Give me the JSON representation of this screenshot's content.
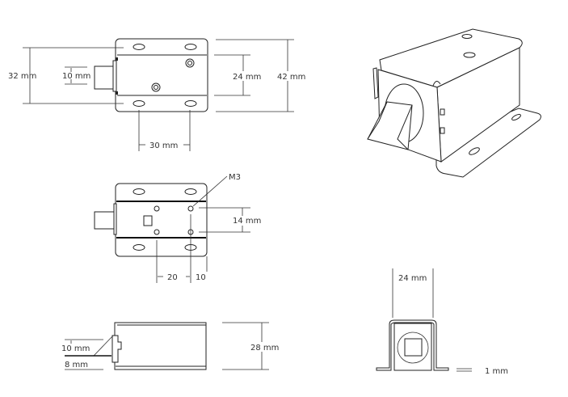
{
  "top_view": {
    "dim_height_outer_bracket": "32 mm",
    "dim_plunger": "10 mm",
    "dim_body": "24 mm",
    "dim_total": "42 mm",
    "dim_slot_spacing": "30 mm"
  },
  "middle_view": {
    "thread_label": "M3",
    "dim_hole_spacing": "14 mm",
    "dim_a": "20",
    "dim_b": "10"
  },
  "side_view": {
    "dim_plunger_height": "10 mm",
    "dim_offset": "8 mm",
    "dim_height": "28 mm"
  },
  "end_view": {
    "dim_width": "24 mm",
    "dim_thickness": "1 mm"
  },
  "colors": {
    "line": "#222222",
    "text": "#333333",
    "background": "#ffffff"
  }
}
